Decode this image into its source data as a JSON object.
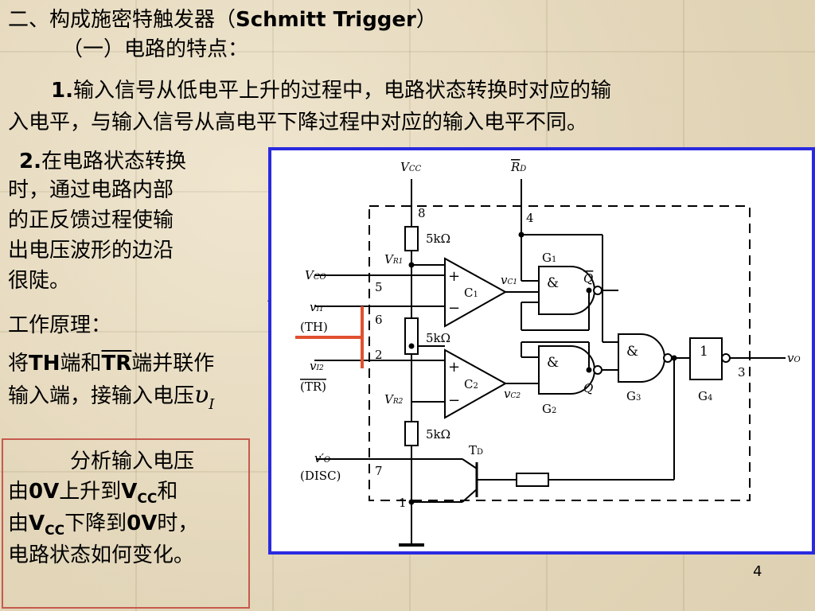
{
  "slide": {
    "title_cn": "二、构成施密特触发器（",
    "title_en": "Schmitt  Trigger",
    "title_close": "）",
    "subtitle": "（一）电路的特点：",
    "point1_num": "1.",
    "point1_line1": "输入信号从低电平上升的过程中，电路状态转换时对应的输",
    "point1_line2": "入电平，与输入信号从高电平下降过程中对应的输入电平不同。",
    "point2_num": "2.",
    "point2_lines": [
      "在电路状态转换",
      "时，通过电路内部",
      "的正反馈过程使输",
      "出电压波形的边沿",
      "很陡。"
    ],
    "principle_heading": "工作原理：",
    "principle_a": "将",
    "principle_th": "TH",
    "principle_b": "端和",
    "principle_tr": "TR",
    "principle_c": "端并联作",
    "principle_line2": "输入端，接输入电压",
    "page_number": "4"
  },
  "analysis": {
    "line1": "分析输入电压",
    "line2_a": "由",
    "line2_0v": "0V",
    "line2_b": "上升到",
    "line2_vcc": "V",
    "line2_cc": "CC",
    "line2_c": "和",
    "line3_a": "由",
    "line3_vcc": "V",
    "line3_cc": "CC",
    "line3_b": "下降到",
    "line3_0v": "0V",
    "line3_c": "时，",
    "line4": "电路状态如何变化。"
  },
  "symbols": {
    "ui_v": "υ",
    "ui_i": "I"
  },
  "circuit": {
    "vcc_v": "V",
    "vcc_cc": "CC",
    "rd_r": "R",
    "rd_d": "D",
    "pin8": "8",
    "pin4": "4",
    "pin5": "5",
    "pin6": "6",
    "pin2": "2",
    "pin7": "7",
    "pin1": "1",
    "pin3": "3",
    "r1": "5kΩ",
    "r2": "5kΩ",
    "r3": "5kΩ",
    "vr1_v": "V",
    "vr1_s": "R1",
    "vr2_v": "V",
    "vr2_s": "R2",
    "vco_v": "V",
    "vco_s": "CO",
    "vi1_v": "v",
    "vi1_s": "I1",
    "th": "(TH)",
    "vi2_v": "v",
    "vi2_s": "I2",
    "tr": "(TR)",
    "c1": "C",
    "c1_s": "1",
    "c2": "C",
    "c2_s": "2",
    "vc1_v": "v",
    "vc1_s": "C1",
    "vc2_v": "v",
    "vc2_s": "C2",
    "g1": "G",
    "g1_s": "1",
    "g2": "G",
    "g2_s": "2",
    "g3": "G",
    "g3_s": "3",
    "g4": "G",
    "g4_s": "4",
    "amp": "&",
    "one": "1",
    "q": "Q",
    "qbar": "Q",
    "plus": "+",
    "minus": "−",
    "vo_v": "v",
    "vo_s": "O",
    "vo2_v": "v′",
    "vo2_s": "O",
    "disc": "(DISC)",
    "td": "T",
    "td_s": "D"
  }
}
